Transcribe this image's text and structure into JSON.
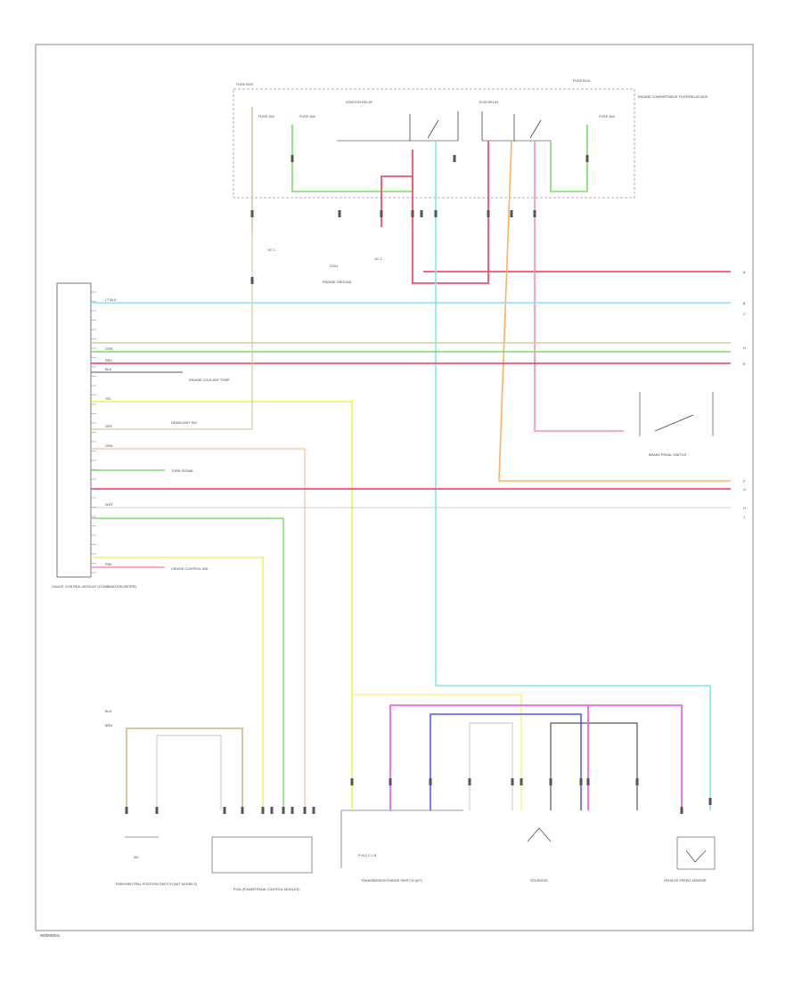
{
  "diagram": {
    "footer_code": "W0000001",
    "colors": {
      "yellow": "#f2f26a",
      "green": "#76e060",
      "red": "#ff4b6e",
      "pink": "#ff8ab0",
      "cyan": "#7fe8f0",
      "orange": "#ffb060",
      "peach": "#ffc8a0",
      "tan": "#d8c8a0",
      "magenta": "#f060f0",
      "blue": "#6070ff",
      "darkgray": "#555555",
      "lightgray": "#cfcfcf",
      "frame": "#888888"
    },
    "labels": {
      "fuse_left": "FUSE BOX",
      "fuse_right": "FUSE BOX",
      "fuse_box_desc": "ENGINE COMPARTMENT FUSE/RELAY BOX",
      "relay_a": "IGNITION RELAY",
      "relay_b": "ECM RELAY",
      "fuse_a": "FUSE 10A",
      "fuse_b": "FUSE 15A",
      "ground_a": "G101",
      "ground_a_desc": "ENGINE GROUND",
      "splice": "J/C 1",
      "gauge_module": "GAUGE CONTROL MODULE (COMBINATION METER)",
      "gauge_note_1": "ENGINE COOLANT TEMP",
      "gauge_note_2": "HEADLIGHT SW",
      "gauge_note_3": "TURN SIGNAL",
      "gauge_note_4": "CRUISE CONTROL IND",
      "switch_label": "BRAKE PEDAL SWITCH",
      "neutral_switch": "PARK/NEUTRAL POSITION SWITCH (M/T MODELS)",
      "pcm": "PCM (POWERTRAIN CONTROL MODULE)",
      "trans_range": "TRANSMISSION RANGE SWITCH (A/T)",
      "solenoid": "SOLENOID",
      "speed_sensor": "VEHICLE SPEED SENSOR",
      "tr_pins": "P N D 2 1 R",
      "ng_label": "NG",
      "right_refs": [
        "A",
        "B",
        "C",
        "D",
        "E",
        "F",
        "G",
        "H",
        "J"
      ]
    },
    "wire_codes": [
      "YEL",
      "GRN",
      "RED",
      "PNK",
      "LT BLU",
      "ORN",
      "WHT",
      "BLU",
      "GRY",
      "BLK",
      "BRN"
    ]
  }
}
